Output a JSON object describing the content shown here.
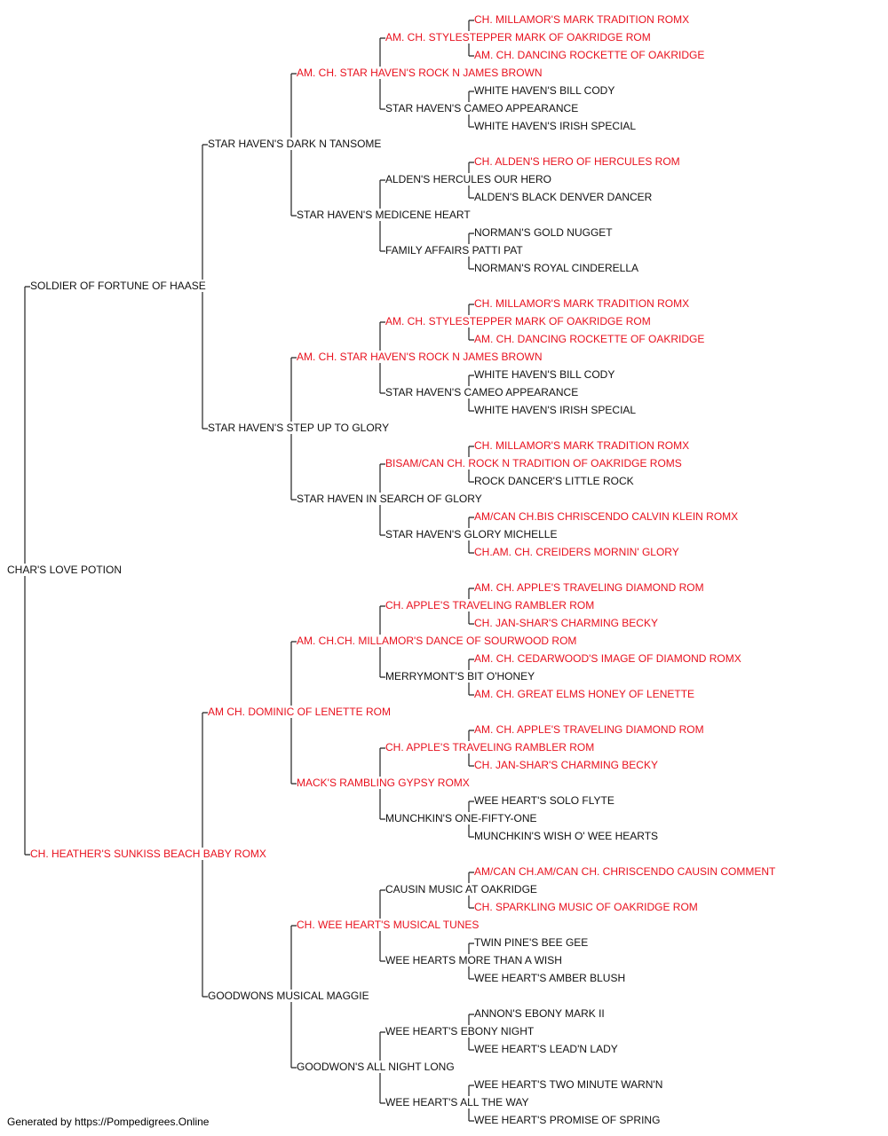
{
  "colors": {
    "champion": "#e8111e",
    "normal": "#111111",
    "line": "#222222"
  },
  "pedigree": {
    "name": "CHAR'S LOVE POTION",
    "champion": false,
    "sire": {
      "name": "SOLDIER OF FORTUNE OF HAASE",
      "champion": false,
      "sire": {
        "name": "STAR HAVEN'S DARK N TANSOME",
        "champion": false,
        "sire": {
          "name": "AM. CH. STAR HAVEN'S ROCK N JAMES BROWN",
          "champion": true,
          "sire": {
            "name": "AM. CH. STYLESTEPPER MARK OF OAKRIDGE ROM",
            "champion": true,
            "sire": {
              "name": "CH. MILLAMOR'S MARK TRADITION ROMX",
              "champion": true
            },
            "dam": {
              "name": "AM. CH. DANCING ROCKETTE OF OAKRIDGE",
              "champion": true
            }
          },
          "dam": {
            "name": "STAR HAVEN'S CAMEO APPEARANCE",
            "champion": false,
            "sire": {
              "name": "WHITE HAVEN'S BILL CODY",
              "champion": false
            },
            "dam": {
              "name": "WHITE HAVEN'S IRISH SPECIAL",
              "champion": false
            }
          }
        },
        "dam": {
          "name": "STAR HAVEN'S MEDICENE HEART",
          "champion": false,
          "sire": {
            "name": "ALDEN'S HERCULES OUR HERO",
            "champion": false,
            "sire": {
              "name": "CH. ALDEN'S HERO OF HERCULES ROM",
              "champion": true
            },
            "dam": {
              "name": "ALDEN'S BLACK DENVER DANCER",
              "champion": false
            }
          },
          "dam": {
            "name": "FAMILY AFFAIRS PATTI PAT",
            "champion": false,
            "sire": {
              "name": "NORMAN'S GOLD NUGGET",
              "champion": false
            },
            "dam": {
              "name": "NORMAN'S ROYAL CINDERELLA",
              "champion": false
            }
          }
        }
      },
      "dam": {
        "name": "STAR HAVEN'S STEP UP TO GLORY",
        "champion": false,
        "sire": {
          "name": "AM. CH. STAR HAVEN'S ROCK N JAMES BROWN",
          "champion": true,
          "sire": {
            "name": "AM. CH. STYLESTEPPER MARK OF OAKRIDGE ROM",
            "champion": true,
            "sire": {
              "name": "CH. MILLAMOR'S MARK TRADITION ROMX",
              "champion": true
            },
            "dam": {
              "name": "AM. CH. DANCING ROCKETTE OF OAKRIDGE",
              "champion": true
            }
          },
          "dam": {
            "name": "STAR HAVEN'S CAMEO APPEARANCE",
            "champion": false,
            "sire": {
              "name": "WHITE HAVEN'S BILL CODY",
              "champion": false
            },
            "dam": {
              "name": "WHITE HAVEN'S IRISH SPECIAL",
              "champion": false
            }
          }
        },
        "dam": {
          "name": "STAR HAVEN IN SEARCH OF GLORY",
          "champion": false,
          "sire": {
            "name": "BISAM/CAN CH. ROCK N TRADITION OF OAKRIDGE ROMS",
            "champion": true,
            "sire": {
              "name": "CH. MILLAMOR'S MARK TRADITION ROMX",
              "champion": true
            },
            "dam": {
              "name": "ROCK DANCER'S LITTLE ROCK",
              "champion": false
            }
          },
          "dam": {
            "name": "STAR HAVEN'S GLORY MICHELLE",
            "champion": false,
            "sire": {
              "name": "AM/CAN CH.BIS CHRISCENDO CALVIN KLEIN ROMX",
              "champion": true
            },
            "dam": {
              "name": "CH.AM. CH. CREIDERS MORNIN' GLORY",
              "champion": true
            }
          }
        }
      }
    },
    "dam": {
      "name": "CH. HEATHER'S SUNKISS BEACH BABY ROMX",
      "champion": true,
      "sire": {
        "name": "AM CH. DOMINIC OF LENETTE ROM",
        "champion": true,
        "sire": {
          "name": "AM. CH.CH. MILLAMOR'S DANCE OF SOURWOOD ROM",
          "champion": true,
          "sire": {
            "name": "CH. APPLE'S TRAVELING RAMBLER ROM",
            "champion": true,
            "sire": {
              "name": "AM. CH. APPLE'S TRAVELING DIAMOND ROM",
              "champion": true
            },
            "dam": {
              "name": "CH. JAN-SHAR'S CHARMING BECKY",
              "champion": true
            }
          },
          "dam": {
            "name": "MERRYMONT'S BIT O'HONEY",
            "champion": false,
            "sire": {
              "name": "AM. CH. CEDARWOOD'S IMAGE OF DIAMOND ROMX",
              "champion": true
            },
            "dam": {
              "name": "AM. CH. GREAT ELMS HONEY OF LENETTE",
              "champion": true
            }
          }
        },
        "dam": {
          "name": "MACK'S RAMBLING GYPSY ROMX",
          "champion": true,
          "sire": {
            "name": "CH. APPLE'S TRAVELING RAMBLER ROM",
            "champion": true,
            "sire": {
              "name": "AM. CH. APPLE'S TRAVELING DIAMOND ROM",
              "champion": true
            },
            "dam": {
              "name": "CH. JAN-SHAR'S CHARMING BECKY",
              "champion": true
            }
          },
          "dam": {
            "name": "MUNCHKIN'S ONE-FIFTY-ONE",
            "champion": false,
            "sire": {
              "name": "WEE HEART'S SOLO FLYTE",
              "champion": false
            },
            "dam": {
              "name": "MUNCHKIN'S WISH O' WEE HEARTS",
              "champion": false
            }
          }
        }
      },
      "dam": {
        "name": "GOODWONS MUSICAL MAGGIE",
        "champion": false,
        "sire": {
          "name": "CH. WEE HEART'S MUSICAL TUNES",
          "champion": true,
          "sire": {
            "name": "CAUSIN MUSIC AT OAKRIDGE",
            "champion": false,
            "sire": {
              "name": "AM/CAN CH.AM/CAN CH. CHRISCENDO CAUSIN COMMENT",
              "champion": true
            },
            "dam": {
              "name": "CH. SPARKLING MUSIC OF OAKRIDGE ROM",
              "champion": true
            }
          },
          "dam": {
            "name": "WEE HEARTS MORE THAN A WISH",
            "champion": false,
            "sire": {
              "name": "TWIN PINE'S BEE GEE",
              "champion": false
            },
            "dam": {
              "name": "WEE HEART'S AMBER BLUSH",
              "champion": false
            }
          }
        },
        "dam": {
          "name": "GOODWON'S ALL NIGHT LONG",
          "champion": false,
          "sire": {
            "name": "WEE HEART'S EBONY NIGHT",
            "champion": false,
            "sire": {
              "name": "ANNON'S EBONY MARK II",
              "champion": false
            },
            "dam": {
              "name": "WEE HEART'S LEAD'N LADY",
              "champion": false
            }
          },
          "dam": {
            "name": "WEE HEART'S ALL THE WAY",
            "champion": false,
            "sire": {
              "name": "WEE HEART'S TWO MINUTE WARN'N",
              "champion": false
            },
            "dam": {
              "name": "WEE HEART'S PROMISE OF SPRING",
              "champion": false
            }
          }
        }
      }
    }
  },
  "footer": "Generated by https://Pompedigrees.Online"
}
